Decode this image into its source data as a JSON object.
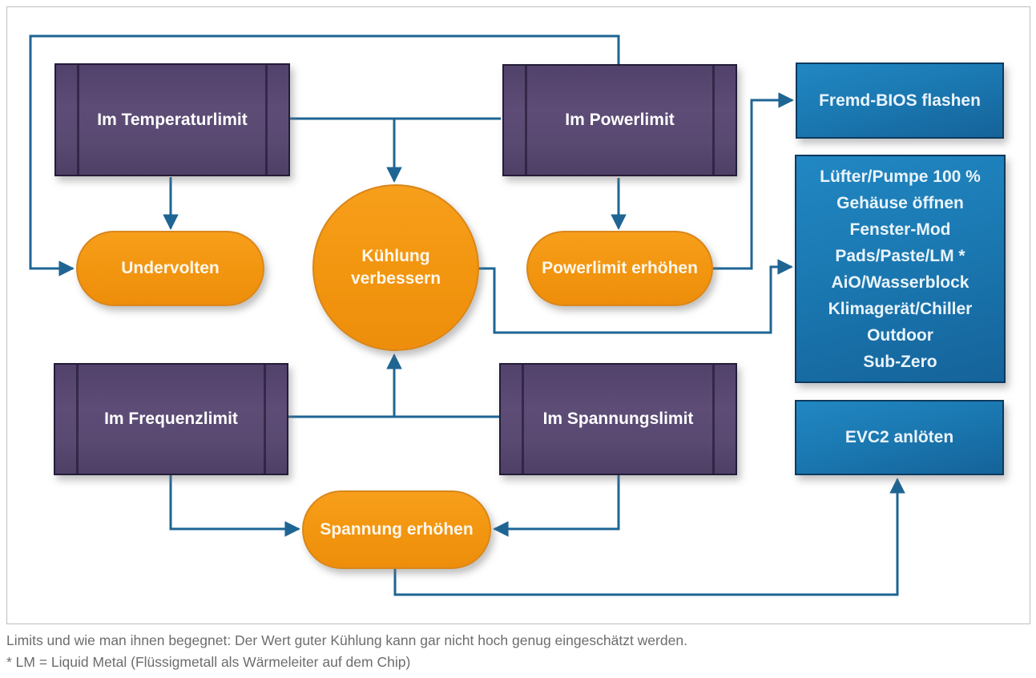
{
  "diagram": {
    "limits": [
      {
        "id": "temperaturlimit",
        "label": "Im Temperaturlimit"
      },
      {
        "id": "powerlimit",
        "label": "Im Powerlimit"
      },
      {
        "id": "frequenzlimit",
        "label": "Im Frequenzlimit"
      },
      {
        "id": "spannungslimit",
        "label": "Im Spannungslimit"
      }
    ],
    "actions": [
      {
        "id": "undervolten",
        "label": "Undervolten"
      },
      {
        "id": "kuehlung-verbessern",
        "label": "Kühlung verbessern"
      },
      {
        "id": "powerlimit-erhoehen",
        "label": "Powerlimit erhöhen"
      },
      {
        "id": "spannung-erhoehen",
        "label": "Spannung erhöhen"
      }
    ],
    "solutions": {
      "fremd_bios": "Fremd-BIOS flashen",
      "cooling_options": [
        "Lüfter/Pumpe 100 %",
        "Gehäuse öffnen",
        "Fenster-Mod",
        "Pads/Paste/LM *",
        "AiO/Wasserblock",
        "Klimagerät/Chiller",
        "Outdoor",
        "Sub-Zero"
      ],
      "evc2": "EVC2 anlöten"
    },
    "colors": {
      "limit_box_fill": "#5a4a72",
      "limit_box_border": "#241c38",
      "action_fill": "#f2950f",
      "action_border": "#d9861a",
      "solution_fill": "#1b79b2",
      "solution_border": "#0d3a5e",
      "connector": "#1e6594",
      "frame_border": "#bfbfbf",
      "caption_text": "#6d6d6d"
    }
  },
  "caption": {
    "line1": "Limits und wie man ihnen begegnet: Der Wert guter Kühlung kann gar nicht hoch genug eingeschätzt werden.",
    "line2": "* LM = Liquid Metal (Flüssigmetall als Wärmeleiter auf dem Chip)"
  }
}
